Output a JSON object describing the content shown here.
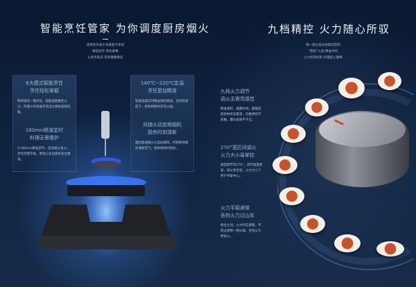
{
  "left": {
    "title": "智能烹饪管家  为你调度厨房烟火",
    "subtitle": [
      "提供的升级于未来超卡体现",
      "解放双手 简化厨事",
      "从智烹私房 轻享健康厨房"
    ],
    "cards": [
      {
        "h1": "6大模式智能烹饪",
        "h2": "烹饪轻松掌握",
        "body": "简单操作一键烹饪，智能适配最佳火力，料理小白也能烹饪出大厨级美味佳肴。"
      },
      {
        "h1": "140℃~220℃定温",
        "h2": "烹饪更加精准",
        "body": "智能温感实时精准调控锅温，实时防温度下，给你想要的烹饪火候。"
      },
      {
        "h1": "180min精准定时",
        "h2": "料理无需看护",
        "body": "0-180min精准定时，自动熄火关火，烹饪无需守候，更放心走出厨房安全做菜。"
      },
      {
        "h1": "风随火动变频烟机",
        "h2": "厨房时刻清新",
        "body": "烟灶联动随火力自动调风，时刻保持厨房清新空气，给你清新好厨房。"
      }
    ]
  },
  "right": {
    "title": "九档精控  火力随心所驭",
    "subtitle": [
      "每一档火候为你掌控定制",
      "“稳控”火焰 精准中控",
      "火力控到好处 料理锁上巅峰"
    ],
    "features": [
      {
        "h1": "九档火力调节",
        "h2": "调火无需凭感觉",
        "body": "精准掌控，烟熏炒炖，都能适配各种烹饪需求，均衡供热不焦糊，爆炒美味不干涩。"
      },
      {
        "h1": "270°宽区间调火",
        "h2": "火力大小易掌控",
        "body": "旋钮调节可270°，调节角度更宽，调火更灵活，火力大小了然于手掌中心。"
      },
      {
        "h1": "火力平稳递增",
        "h2": "告别火力过山车",
        "body": "档位之间，火力均匀递增，平稳过渡每一档火候，烹饪火力更省心。"
      }
    ]
  },
  "colors": {
    "background": "#0b1a30",
    "flame": "#3a7bff",
    "accent": "#d84a2a"
  }
}
